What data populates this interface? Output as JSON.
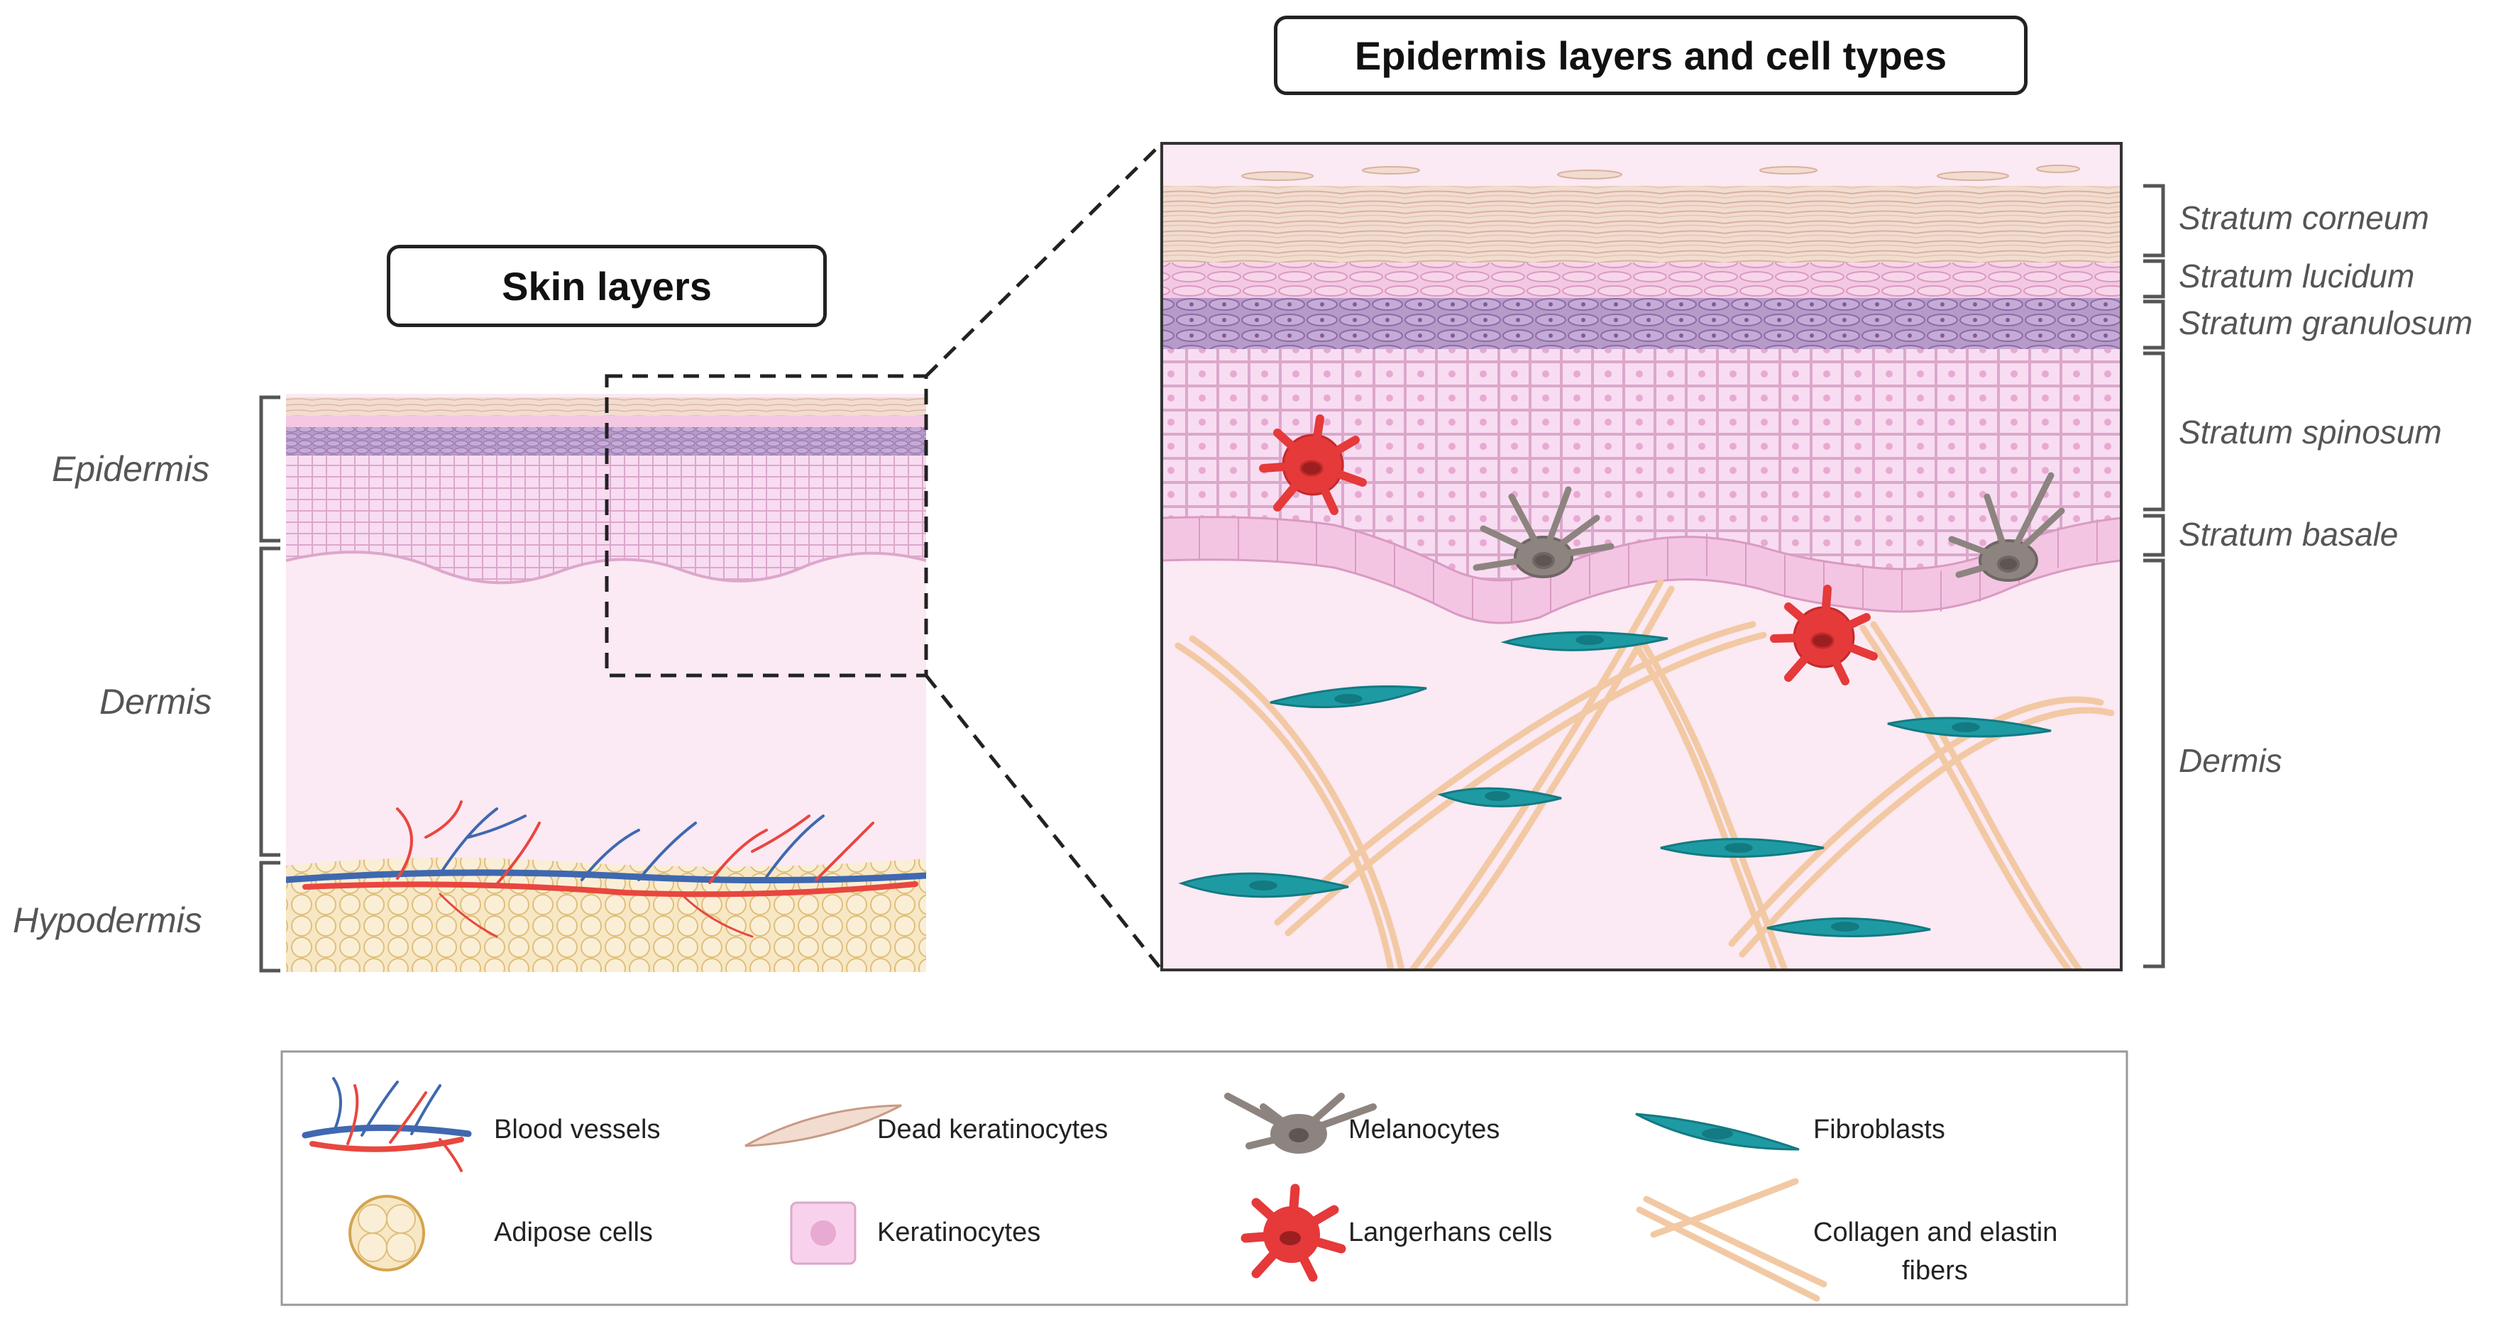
{
  "titles": {
    "left": "Skin layers",
    "right": "Epidermis layers and cell types"
  },
  "left_labels": {
    "epidermis": "Epidermis",
    "dermis": "Dermis",
    "hypodermis": "Hypodermis"
  },
  "right_labels": {
    "corneum": "Stratum corneum",
    "lucidum": "Stratum lucidum",
    "granulosum": "Stratum granulosum",
    "spinosum": "Stratum spinosum",
    "basale": "Stratum basale",
    "dermis": "Dermis"
  },
  "legend": {
    "blood_vessels": "Blood vessels",
    "adipose": "Adipose cells",
    "dead_keratinocytes": "Dead keratinocytes",
    "keratinocytes": "Keratinocytes",
    "melanocytes": "Melanocytes",
    "langerhans": "Langerhans cells",
    "fibroblasts": "Fibroblasts",
    "collagen_line1": "Collagen and elastin",
    "collagen_line2": "fibers"
  },
  "colors": {
    "corneum": "#f2dcd0",
    "lucidum": "#f4c8e2",
    "granulosum": "#b89ac9",
    "spinosum": "#f6d2ee",
    "dermis": "#fbe9f3",
    "adipose": "#f7e7c4",
    "artery": "#e8473f",
    "vein": "#3f68b0",
    "melanocyte": "#8d8480",
    "langerhans": "#e5393a",
    "fibroblast": "#1e9aa3",
    "collagen": "#f2c9a4"
  }
}
